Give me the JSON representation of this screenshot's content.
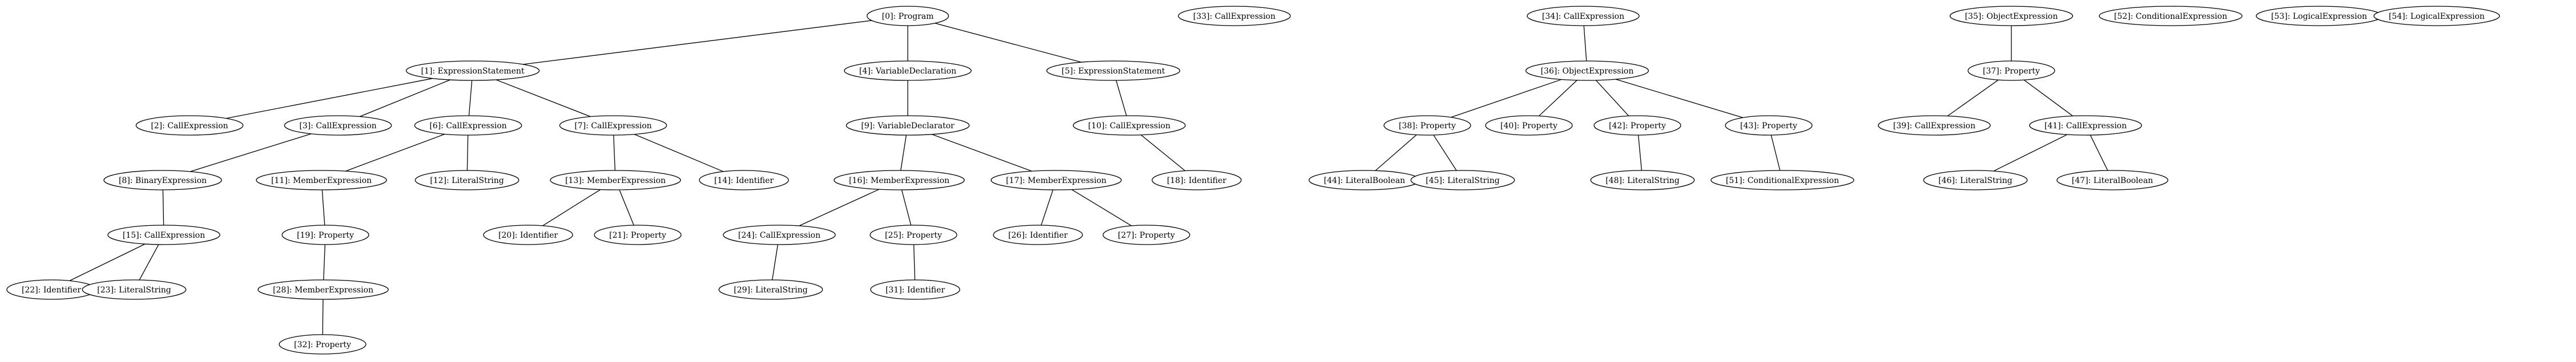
{
  "colors": {
    "background": "#ffffff",
    "stroke": "#000000",
    "text": "#000000"
  },
  "nodes": [
    {
      "id": "n0",
      "label": "[0]: Program"
    },
    {
      "id": "n1",
      "label": "[1]: ExpressionStatement"
    },
    {
      "id": "n2",
      "label": "[2]: CallExpression"
    },
    {
      "id": "n3",
      "label": "[3]: CallExpression"
    },
    {
      "id": "n4",
      "label": "[4]: VariableDeclaration"
    },
    {
      "id": "n5",
      "label": "[5]: ExpressionStatement"
    },
    {
      "id": "n6",
      "label": "[6]: CallExpression"
    },
    {
      "id": "n7",
      "label": "[7]: CallExpression"
    },
    {
      "id": "n8",
      "label": "[8]: BinaryExpression"
    },
    {
      "id": "n9",
      "label": "[9]: VariableDeclarator"
    },
    {
      "id": "n10",
      "label": "[10]: CallExpression"
    },
    {
      "id": "n11",
      "label": "[11]: MemberExpression"
    },
    {
      "id": "n12",
      "label": "[12]: LiteralString"
    },
    {
      "id": "n13",
      "label": "[13]: MemberExpression"
    },
    {
      "id": "n14",
      "label": "[14]: Identifier"
    },
    {
      "id": "n15",
      "label": "[15]: CallExpression"
    },
    {
      "id": "n16",
      "label": "[16]: MemberExpression"
    },
    {
      "id": "n17",
      "label": "[17]: MemberExpression"
    },
    {
      "id": "n18",
      "label": "[18]: Identifier"
    },
    {
      "id": "n19",
      "label": "[19]: Property"
    },
    {
      "id": "n20",
      "label": "[20]: Identifier"
    },
    {
      "id": "n21",
      "label": "[21]: Property"
    },
    {
      "id": "n22",
      "label": "[22]: Identifier"
    },
    {
      "id": "n23",
      "label": "[23]: LiteralString"
    },
    {
      "id": "n24",
      "label": "[24]: CallExpression"
    },
    {
      "id": "n25",
      "label": "[25]: Property"
    },
    {
      "id": "n26",
      "label": "[26]: Identifier"
    },
    {
      "id": "n27",
      "label": "[27]: Property"
    },
    {
      "id": "n28",
      "label": "[28]: MemberExpression"
    },
    {
      "id": "n29",
      "label": "[29]: LiteralString"
    },
    {
      "id": "n31",
      "label": "[31]: Identifier"
    },
    {
      "id": "n32",
      "label": "[32]: Property"
    },
    {
      "id": "n33",
      "label": "[33]: CallExpression"
    },
    {
      "id": "n34",
      "label": "[34]: CallExpression"
    },
    {
      "id": "n35",
      "label": "[35]: ObjectExpression"
    },
    {
      "id": "n36",
      "label": "[36]: ObjectExpression"
    },
    {
      "id": "n37",
      "label": "[37]: Property"
    },
    {
      "id": "n38",
      "label": "[38]: Property"
    },
    {
      "id": "n39",
      "label": "[39]: CallExpression"
    },
    {
      "id": "n40",
      "label": "[40]: Property"
    },
    {
      "id": "n41",
      "label": "[41]: CallExpression"
    },
    {
      "id": "n42",
      "label": "[42]: Property"
    },
    {
      "id": "n43",
      "label": "[43]: Property"
    },
    {
      "id": "n44",
      "label": "[44]: LiteralBoolean"
    },
    {
      "id": "n45",
      "label": "[45]: LiteralString"
    },
    {
      "id": "n46",
      "label": "[46]: LiteralString"
    },
    {
      "id": "n47",
      "label": "[47]: LiteralBoolean"
    },
    {
      "id": "n48",
      "label": "[48]: LiteralString"
    },
    {
      "id": "n51",
      "label": "[51]: ConditionalExpression"
    },
    {
      "id": "n52",
      "label": "[52]: ConditionalExpression"
    },
    {
      "id": "n53",
      "label": "[53]: LogicalExpression"
    },
    {
      "id": "n54",
      "label": "[54]: LogicalExpression"
    }
  ],
  "edges": [
    [
      "n0",
      "n1"
    ],
    [
      "n0",
      "n4"
    ],
    [
      "n0",
      "n5"
    ],
    [
      "n1",
      "n2"
    ],
    [
      "n1",
      "n3"
    ],
    [
      "n1",
      "n6"
    ],
    [
      "n1",
      "n7"
    ],
    [
      "n3",
      "n8"
    ],
    [
      "n4",
      "n9"
    ],
    [
      "n5",
      "n10"
    ],
    [
      "n6",
      "n11"
    ],
    [
      "n6",
      "n12"
    ],
    [
      "n7",
      "n13"
    ],
    [
      "n7",
      "n14"
    ],
    [
      "n8",
      "n15"
    ],
    [
      "n9",
      "n16"
    ],
    [
      "n9",
      "n17"
    ],
    [
      "n10",
      "n18"
    ],
    [
      "n11",
      "n19"
    ],
    [
      "n13",
      "n20"
    ],
    [
      "n13",
      "n21"
    ],
    [
      "n15",
      "n22"
    ],
    [
      "n15",
      "n23"
    ],
    [
      "n16",
      "n24"
    ],
    [
      "n16",
      "n25"
    ],
    [
      "n17",
      "n26"
    ],
    [
      "n17",
      "n27"
    ],
    [
      "n19",
      "n28"
    ],
    [
      "n24",
      "n29"
    ],
    [
      "n25",
      "n31"
    ],
    [
      "n28",
      "n32"
    ],
    [
      "n34",
      "n36"
    ],
    [
      "n36",
      "n38"
    ],
    [
      "n36",
      "n40"
    ],
    [
      "n36",
      "n42"
    ],
    [
      "n36",
      "n43"
    ],
    [
      "n38",
      "n44"
    ],
    [
      "n38",
      "n45"
    ],
    [
      "n42",
      "n48"
    ],
    [
      "n43",
      "n51"
    ],
    [
      "n35",
      "n37"
    ],
    [
      "n37",
      "n39"
    ],
    [
      "n37",
      "n41"
    ],
    [
      "n41",
      "n46"
    ],
    [
      "n41",
      "n47"
    ]
  ]
}
